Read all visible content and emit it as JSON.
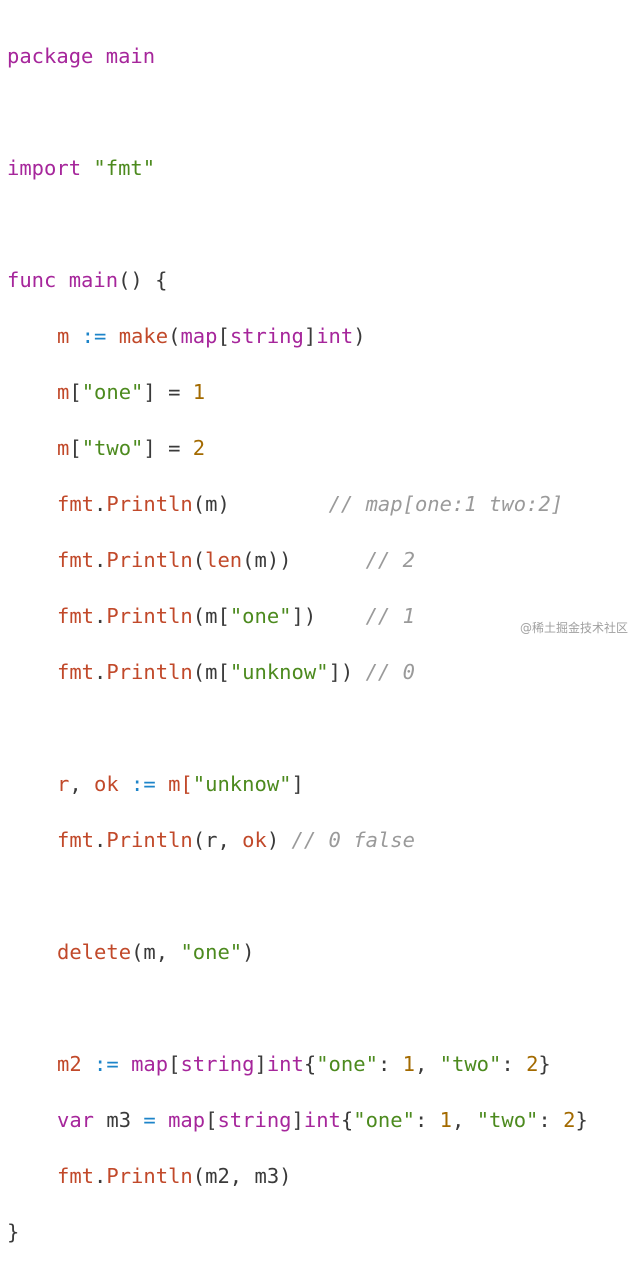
{
  "code": {
    "package_kw": "package",
    "package_name": "main",
    "import_kw": "import",
    "import_path": "\"fmt\"",
    "func_kw": "func",
    "func_name": "main",
    "func_sig": "() {",
    "lines": {
      "l1": {
        "a": "m",
        "b": " := ",
        "c": "make",
        "d": "(",
        "e": "map",
        "f": "[",
        "g": "string",
        "h": "]",
        "i": "int",
        "j": ")"
      },
      "l2": {
        "a": "m",
        "b": "[",
        "c": "\"one\"",
        "d": "] = ",
        "e": "1"
      },
      "l3": {
        "a": "m",
        "b": "[",
        "c": "\"two\"",
        "d": "] = ",
        "e": "2"
      },
      "l4": {
        "a": "fmt",
        "b": ".",
        "c": "Println",
        "d": "(m)",
        "pad": "        ",
        "cmt": "// map[one:1 two:2]"
      },
      "l5": {
        "a": "fmt",
        "b": ".",
        "c": "Println",
        "d": "(",
        "e": "len",
        "f": "(m))",
        "pad": "      ",
        "cmt": "// 2"
      },
      "l6": {
        "a": "fmt",
        "b": ".",
        "c": "Println",
        "d": "(m[",
        "e": "\"one\"",
        "f": "])",
        "pad": "    ",
        "cmt": "// 1"
      },
      "l7": {
        "a": "fmt",
        "b": ".",
        "c": "Println",
        "d": "(m[",
        "e": "\"unknow\"",
        "f": "])",
        "pad": " ",
        "cmt": "// 0"
      },
      "l8": {
        "a": "r",
        "b": ", ",
        "c": "ok",
        "d": " := ",
        "e": "m[",
        "f": "\"unknow\"",
        "g": "]"
      },
      "l9": {
        "a": "fmt",
        "b": ".",
        "c": "Println",
        "d": "(r, ",
        "e": "ok",
        "f": ")",
        "pad": " ",
        "cmt": "// 0 false"
      },
      "l10": {
        "a": "delete",
        "b": "(m, ",
        "c": "\"one\"",
        "d": ")"
      },
      "l11": {
        "a": "m2",
        "b": " := ",
        "c": "map",
        "d": "[",
        "e": "string",
        "f": "]",
        "g": "int",
        "h": "{",
        "i": "\"one\"",
        "j": ": ",
        "k": "1",
        "l": ", ",
        "m": "\"two\"",
        "n": ": ",
        "o": "2",
        "p": "}"
      },
      "l12": {
        "a": "var",
        "b": " m3 ",
        "c": "=",
        "d": " ",
        "e": "map",
        "f": "[",
        "g": "string",
        "h": "]",
        "i": "int",
        "j": "{",
        "k": "\"one\"",
        "l": ": ",
        "m": "1",
        "n": ", ",
        "o": "\"two\"",
        "p": ": ",
        "q": "2",
        "r": "}"
      },
      "l13": {
        "a": "fmt",
        "b": ".",
        "c": "Println",
        "d": "(m2, m3)"
      }
    },
    "closing_brace": "}"
  },
  "watermark": "@稀土掘金技术社区",
  "colors": {
    "keyword": "#a6269b",
    "string": "#4c8a1e",
    "number": "#a36a00",
    "operator": "#1d84c9",
    "identifier": "#c1492a",
    "comment": "#9a9a9a"
  }
}
